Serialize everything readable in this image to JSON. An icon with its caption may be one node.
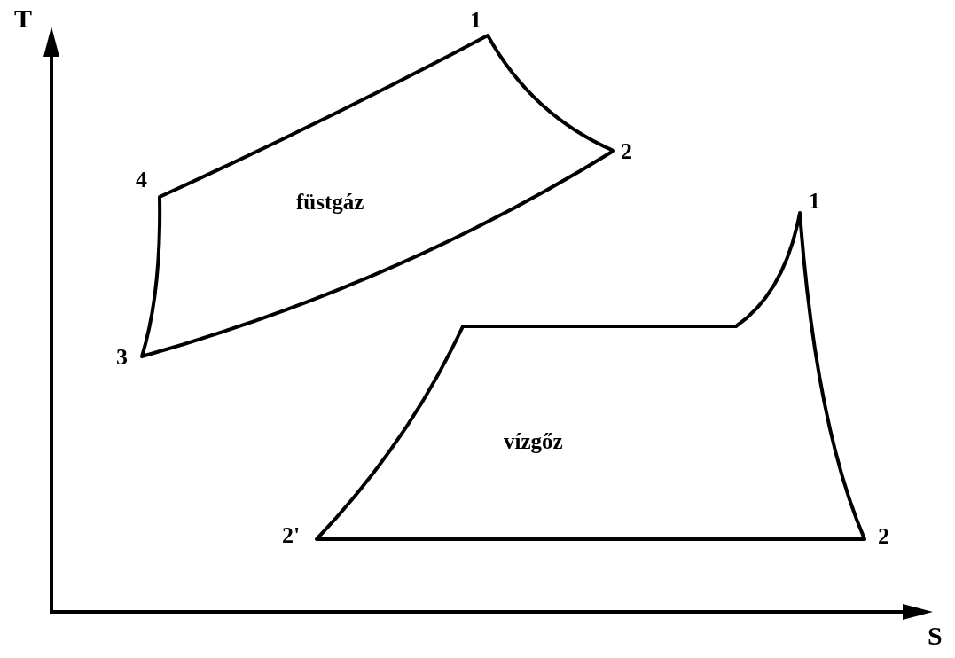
{
  "diagram": {
    "labels": [
      "T",
      "1",
      "4",
      "füstgáz",
      "2",
      "1",
      "3",
      "vízgőz",
      "2'",
      "2",
      "S"
    ]
  }
}
